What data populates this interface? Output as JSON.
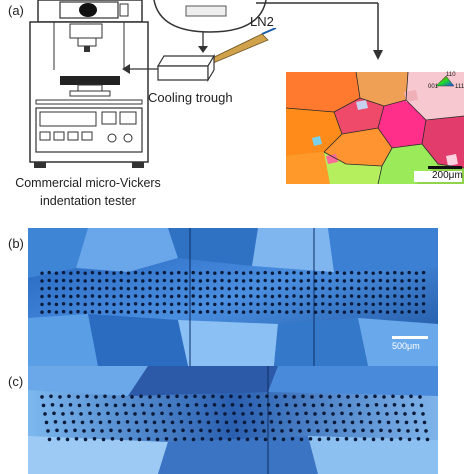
{
  "panel_a": {
    "label": "(a)",
    "ln2_label": "LN2",
    "trough_label": "Cooling trough",
    "tester_caption_line1": "Commercial micro-Vickers",
    "tester_caption_line2": "indentation tester",
    "ebsd_scale_bar": "200μm",
    "ipf_key": {
      "top": "110",
      "left": "001",
      "right": "111"
    }
  },
  "panel_b": {
    "label": "(b)",
    "scale_bar": "500μm"
  },
  "panel_c": {
    "label": "(c)"
  }
}
